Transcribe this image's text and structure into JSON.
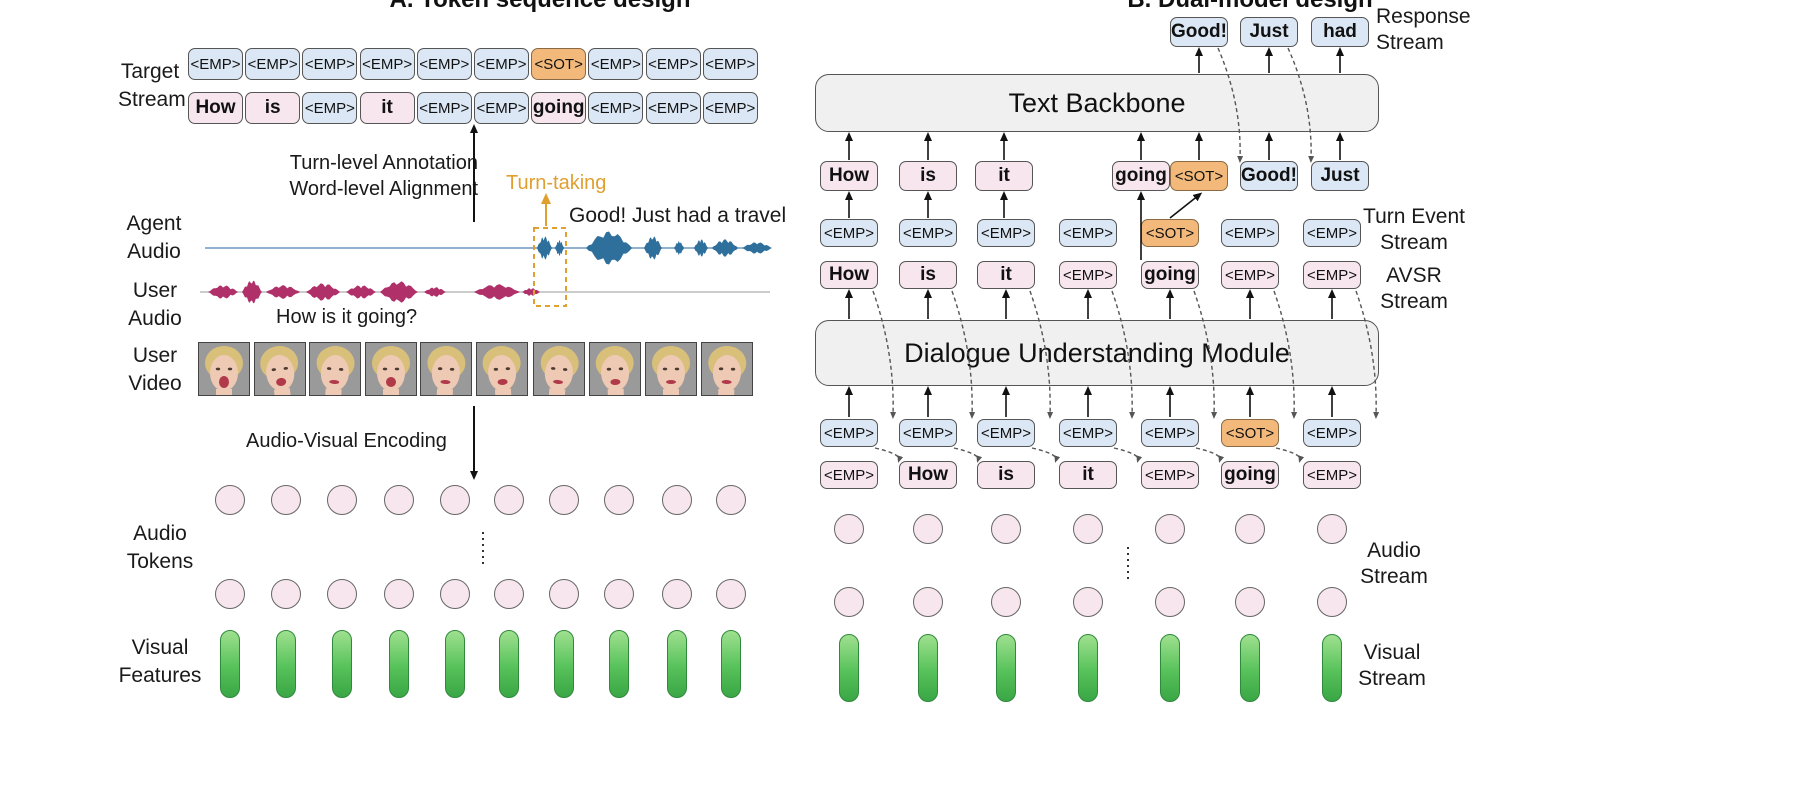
{
  "left_panel": {
    "heading": "A. Token sequence design",
    "labels": {
      "target_stream": "Target\nStream",
      "agent_audio": "Agent\nAudio",
      "user_audio": "User\nAudio",
      "user_video": "User\nVideo",
      "audio_tokens": "Audio\nTokens",
      "visual_features": "Visual\nFeatures"
    },
    "annotations": {
      "alignment": "Turn-level Annotation\nWord-level Alignment",
      "turn_taking": "Turn-taking",
      "agent_utterance": "Good! Just had a travel",
      "user_utterance": "How is it going?",
      "encoding": "Audio-Visual Encoding"
    },
    "target_row_top": [
      "<EMP>",
      "<EMP>",
      "<EMP>",
      "<EMP>",
      "<EMP>",
      "<EMP>",
      "<SOT>",
      "<EMP>",
      "<EMP>",
      "<EMP>"
    ],
    "target_row_bottom": [
      "How",
      "is",
      "<EMP>",
      "it",
      "<EMP>",
      "<EMP>",
      "going",
      "<EMP>",
      "<EMP>",
      "<EMP>"
    ]
  },
  "right_panel": {
    "heading": "B. Dual-model design",
    "labels": {
      "response_stream": "Response\nStream",
      "turn_event_stream": "Turn Event\nStream",
      "avsr_stream": "AVSR\nStream",
      "audio_stream": "Audio\nStream",
      "visual_stream": "Visual\nStream"
    },
    "modules": {
      "text_backbone": "Text Backbone",
      "dialogue_module": "Dialogue Understanding Module"
    },
    "response_tokens": [
      "Good!",
      "Just",
      "had"
    ],
    "backbone_inputs": [
      "How",
      "is",
      "it",
      "going",
      "<SOT>",
      "Good!",
      "Just"
    ],
    "turn_event_row": [
      "<EMP>",
      "<EMP>",
      "<EMP>",
      "<EMP>",
      "<SOT>",
      "<EMP>",
      "<EMP>"
    ],
    "avsr_row": [
      "How",
      "is",
      "it",
      "<EMP>",
      "going",
      "<EMP>",
      "<EMP>"
    ],
    "dum_input_top": [
      "<EMP>",
      "<EMP>",
      "<EMP>",
      "<EMP>",
      "<EMP>",
      "<SOT>",
      "<EMP>"
    ],
    "dum_input_bottom": [
      "<EMP>",
      "How",
      "is",
      "it",
      "<EMP>",
      "going",
      "<EMP>"
    ]
  },
  "colors": {
    "emp_token": "#dbe7f4",
    "word_token": "#f7e6ee",
    "sot_token": "#f2b97a",
    "turn_taking": "#e0a030",
    "agent_wave": "#2e6f9c",
    "user_wave": "#b0306a",
    "visual_feature": "#57c25a"
  }
}
